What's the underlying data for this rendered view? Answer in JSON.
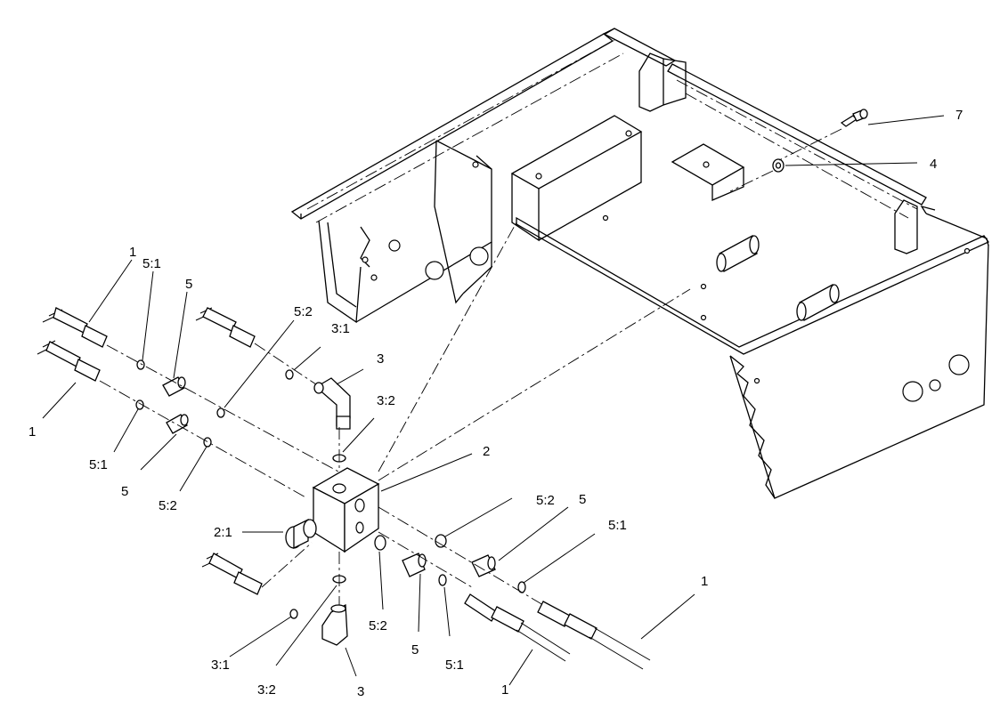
{
  "callouts": {
    "c_top_1": "1",
    "c_top_5_1": "5:1",
    "c_top_5": "5",
    "c_top_5_2": "5:2",
    "c_top_3_1": "3:1",
    "c_top_3": "3",
    "c_top_3_2": "3:2",
    "c_7": "7",
    "c_4": "4",
    "c_left_1": "1",
    "c_left_5_1": "5:1",
    "c_left_5": "5",
    "c_left_5_2": "5:2",
    "c_2": "2",
    "c_2_1": "2:1",
    "c_right_5_2": "5:2",
    "c_right_5": "5",
    "c_right_5_1": "5:1",
    "c_right_1": "1",
    "c_bot_5_2": "5:2",
    "c_bot_5": "5",
    "c_bot_5_1": "5:1",
    "c_bot_1": "1",
    "c_bot_3_1": "3:1",
    "c_bot_3_2": "3:2",
    "c_bot_3": "3"
  }
}
